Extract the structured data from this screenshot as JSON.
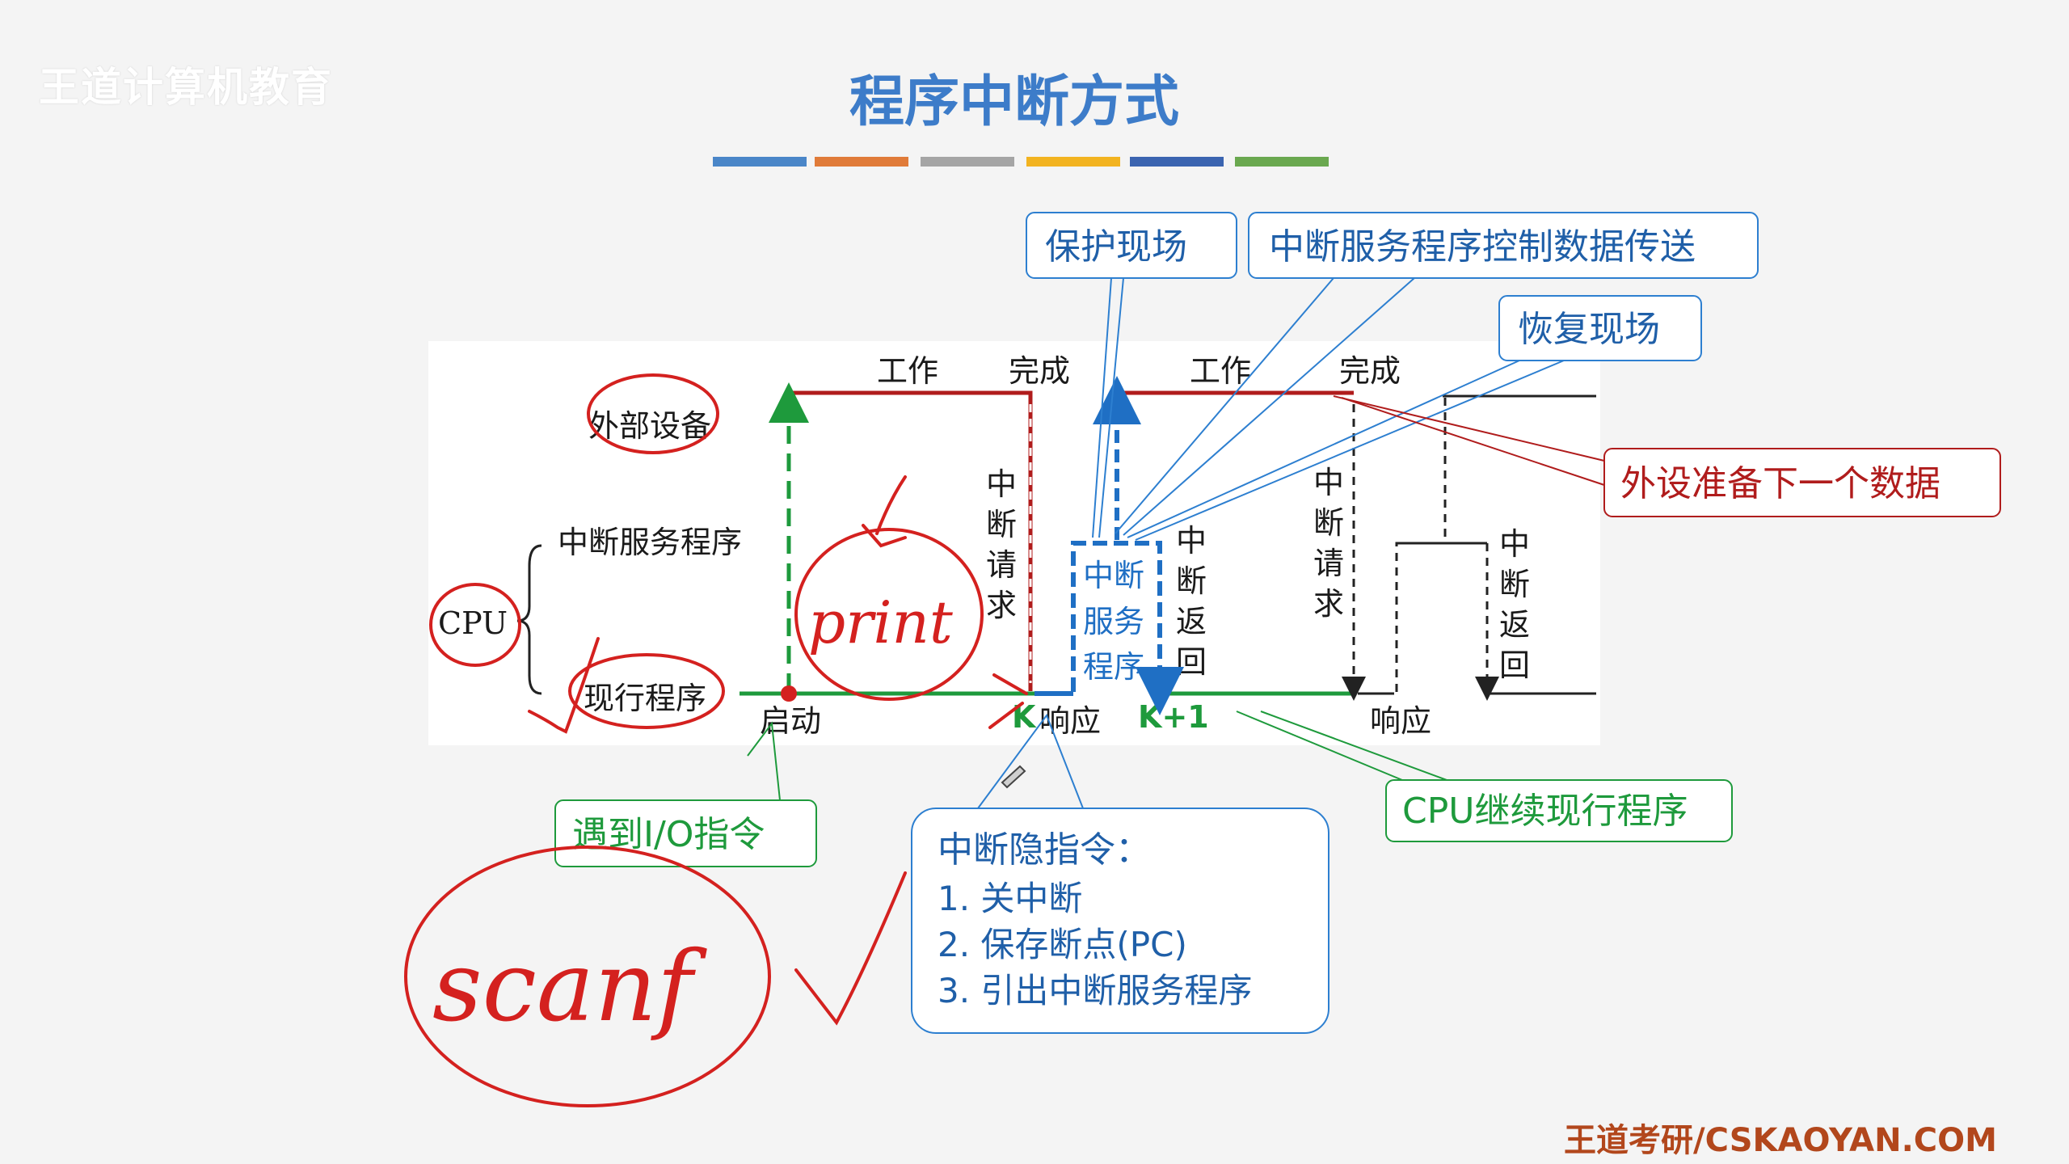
{
  "watermark": "王道计算机教育",
  "title": "程序中断方式",
  "footer": "王道考研/CSKAOYAN.COM",
  "colorbar": [
    "#4a86c8",
    "#e07b39",
    "#a5a5a5",
    "#f2b320",
    "#3b64b0",
    "#6aa84f"
  ],
  "labels": {
    "work1": "工作",
    "done1": "完成",
    "work2": "工作",
    "done2": "完成",
    "device": "外部设备",
    "isr": "中断服务程序",
    "cpu": "CPU",
    "current": "现行程序",
    "start": "启动",
    "k": "K",
    "resp1": "响应",
    "k1": "K+1",
    "resp2": "响应",
    "intreq1": [
      "中",
      "断",
      "请",
      "求"
    ],
    "intreq2": [
      "中",
      "断",
      "请",
      "求"
    ],
    "intret1": [
      "中",
      "断",
      "返",
      "回"
    ],
    "intret2": [
      "中",
      "断",
      "返",
      "回"
    ],
    "isrbox": [
      "中断",
      "服务",
      "程序"
    ]
  },
  "callouts": {
    "protect": "保护现场",
    "transfer": "中断服务程序控制数据传送",
    "restore": "恢复现场",
    "prepare": "外设准备下一个数据",
    "io": "遇到I/O指令",
    "continue": "CPU继续现行程序",
    "hidden_title": "中断隐指令：",
    "hidden_items": [
      "1. 关中断",
      "2. 保存断点(PC)",
      "3. 引出中断服务程序"
    ]
  },
  "handwriting": {
    "print": "print",
    "scanf": "scanf"
  }
}
